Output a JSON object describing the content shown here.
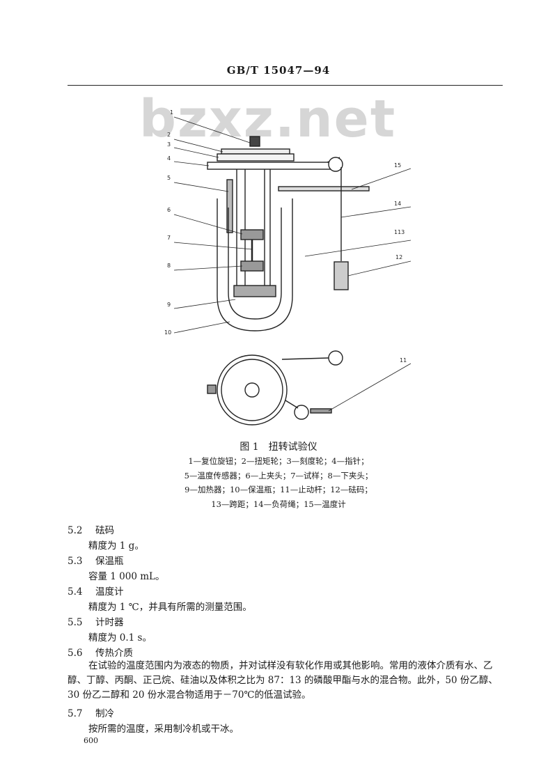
{
  "header": {
    "standard": "GB/T 15047—94"
  },
  "watermark": "bzxz.net",
  "figure": {
    "caption": "图 1　扭转试验仪",
    "legend_lines": [
      "1—复位旋钮；2—扭矩轮；3—刻度轮；4—指针；",
      "5—温度传感器；6—上夹头；7—试样；8—下夹头；",
      "9—加热器；10—保温瓶；11—止动杆；12—砝码；",
      "13—跨距；14—负荷绳；15—温度计"
    ],
    "callouts": [
      "1",
      "2",
      "3",
      "4",
      "5",
      "6",
      "7",
      "8",
      "9",
      "10",
      "11",
      "12",
      "113",
      "14",
      "15"
    ]
  },
  "sections": [
    {
      "num": "5.2",
      "title": "砝码",
      "body": "精度为 1 g。"
    },
    {
      "num": "5.3",
      "title": "保温瓶",
      "body": "容量 1 000 mL。"
    },
    {
      "num": "5.4",
      "title": "温度计",
      "body": "精度为 1 ℃，并具有所需的测量范围。"
    },
    {
      "num": "5.5",
      "title": "计时器",
      "body": "精度为 0.1 s。"
    },
    {
      "num": "5.6",
      "title": "传热介质",
      "paragraph": "在试验的温度范围内为液态的物质，并对试样没有软化作用或其他影响。常用的液体介质有水、乙醇、丁醇、丙酮、正己烷、硅油以及体积之比为 87：13 的磷酸甲酯与水的混合物。此外，50 份乙醇、30 份乙二醇和 20 份水混合物适用于－70℃的低温试验。"
    },
    {
      "num": "5.7",
      "title": "制冷",
      "body": "按所需的温度，采用制冷机或干冰。"
    }
  ],
  "page_number": "600"
}
